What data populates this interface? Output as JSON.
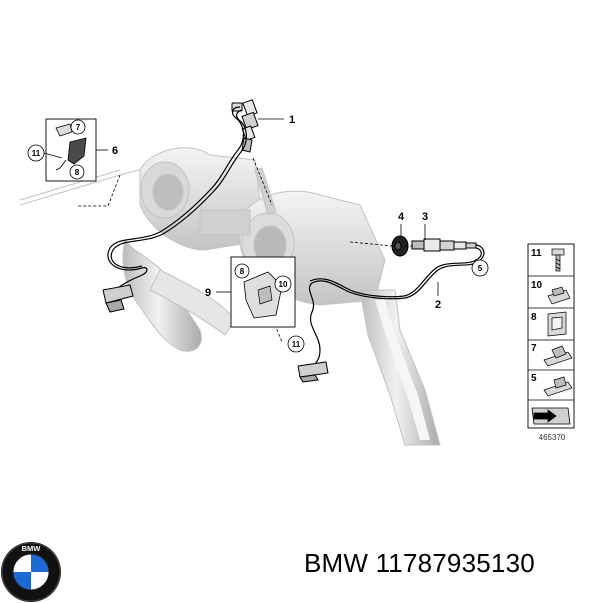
{
  "diagram": {
    "callouts": {
      "c1": "1",
      "c2": "2",
      "c3": "3",
      "c4": "4",
      "c5": "5",
      "c6": "6",
      "c7": "7",
      "c8": "8",
      "c9": "9",
      "c10": "10",
      "c11": "11"
    },
    "inset_left": {
      "top": "7",
      "left": "11",
      "bottom": "8"
    },
    "inset_mid": {
      "top_left": "8",
      "right": "10"
    },
    "legend": [
      "11",
      "10",
      "8",
      "7",
      "5"
    ],
    "figure_id": "465370"
  },
  "product": {
    "brand": "BMW",
    "part_number": "11787935130",
    "label": "BMW 11787935130"
  },
  "colors": {
    "line": "#000000",
    "metal_light": "#eeeeee",
    "metal_mid": "#d4d4d4",
    "metal_dark": "#a8a8a8",
    "logo_blue": "#1c69d4"
  }
}
